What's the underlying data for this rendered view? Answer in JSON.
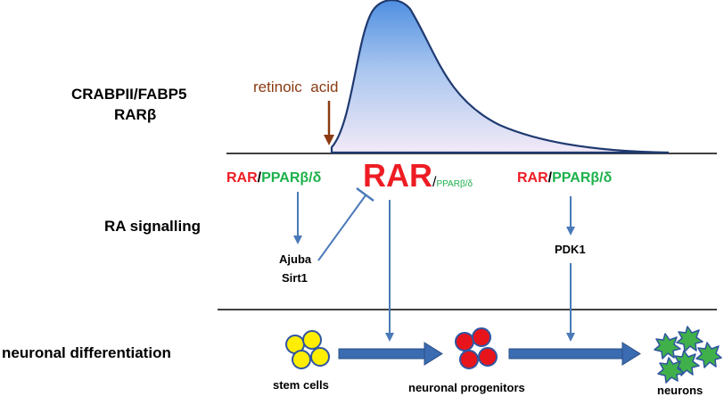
{
  "colors": {
    "red": "#ee1c24",
    "green": "#1db14b",
    "brown": "#8b3a12",
    "blue_line": "#4a7ab8",
    "black": "#000000",
    "curve_top": "#4f8fe0",
    "curve_bottom": "#f2e9f7",
    "stem_cell": "#ffee00",
    "progenitor": "#e8141c",
    "neuron": "#3fb04a"
  },
  "left_labels": {
    "crabp_line1": "CRABPII/FABP5",
    "crabp_line2": "RARβ",
    "ra_signalling": "RA signalling",
    "neuronal_differentiation": "neuronal differentiation"
  },
  "curve": {
    "retinoic_acid_label": "retinoic  acid"
  },
  "signalling": {
    "left": {
      "rar": "RAR",
      "slash": "/",
      "ppar": "PPARβ/δ"
    },
    "center": {
      "rar": "RAR",
      "slash": "/",
      "ppar": "PPARβ/δ"
    },
    "right": {
      "rar": "RAR",
      "slash": "/",
      "ppar": "PPARβ/δ"
    },
    "ajuba": "Ajuba",
    "sirt1": "Sirt1",
    "pdk1": "PDK1"
  },
  "cells": {
    "stem_cells": "stem cells",
    "neuronal_progenitors": "neuronal progenitors",
    "neurons": "neurons"
  }
}
